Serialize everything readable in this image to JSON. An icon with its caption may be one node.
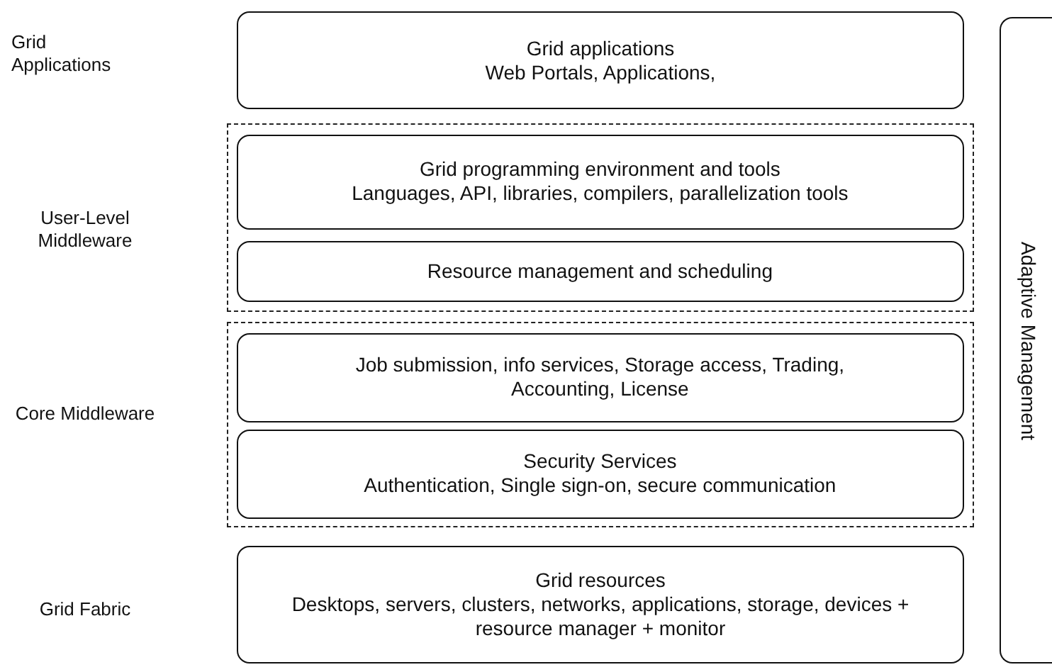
{
  "diagram": {
    "nodes": [
      {
        "text": [
          "Grid applications",
          "Web Portals, Applications,"
        ]
      },
      {
        "text": [],
        "shape": "box"
      },
      {
        "text": [
          "Grid programming environment and tools",
          "Languages, API, libraries, compilers, parallelization tools"
        ],
        "in": 1
      },
      {
        "text": [
          "Resource management and scheduling"
        ],
        "in": 1
      },
      {
        "text": [],
        "shape": "box"
      },
      {
        "text": [
          "Job submission, info services, Storage access, Trading, Accounting, License"
        ],
        "in": 4
      },
      {
        "text": [
          "Security Services",
          "Authentication, Single sign-on, secure communication"
        ],
        "in": 4
      },
      {
        "text": [
          "Grid resources",
          "Desktops, servers, clusters, networks, applications, storage, devices + resource manager + monitor"
        ]
      },
      {
        "text": [
          "Adaptive Management"
        ]
      }
    ],
    "labels": [
      "Grid Applications",
      "User-Level Middleware",
      "Core Middleware",
      "Grid Fabric"
    ]
  }
}
